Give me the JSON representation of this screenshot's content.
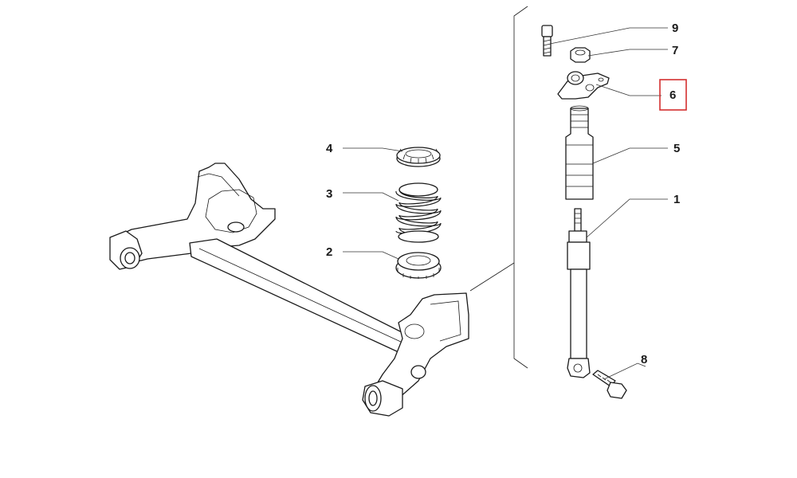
{
  "callouts": {
    "c1": "1",
    "c2": "2",
    "c3": "3",
    "c4": "4",
    "c5": "5",
    "c6": "6",
    "c7": "7",
    "c8": "8",
    "c9": "9"
  },
  "highlight": {
    "color": "#d32f2f",
    "target": "6"
  },
  "colors": {
    "line": "#1a1a1a",
    "background": "#ffffff"
  }
}
